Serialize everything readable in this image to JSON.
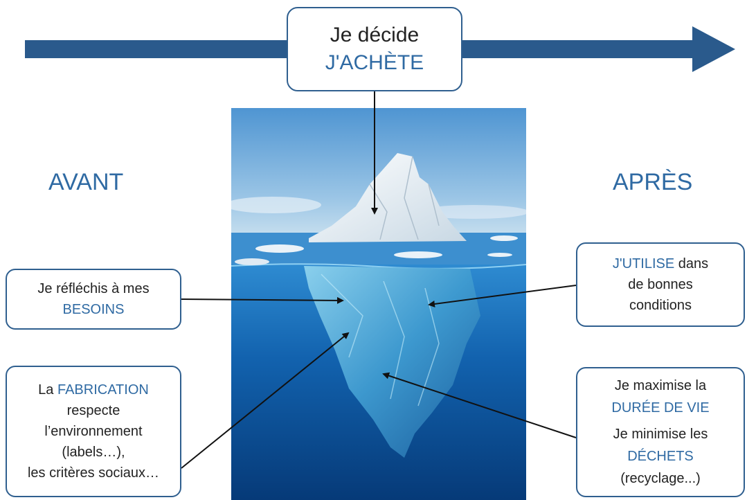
{
  "timeline": {
    "decision_line1": "Je décide",
    "decision_line2": "J'ACHÈTE"
  },
  "labels": {
    "avant": "AVANT",
    "apres": "APRÈS"
  },
  "boxes": {
    "besoins": {
      "pre": "Je réfléchis à mes",
      "highlight": "BESOINS"
    },
    "fabrication": {
      "pre": "La",
      "highlight": "FABRICATION",
      "line2": "respecte",
      "line3": "l’environnement",
      "line4": "(labels…),",
      "line5": "les critères sociaux…"
    },
    "utilise": {
      "highlight": "J'UTILISE",
      "post": "dans",
      "line2": "de bonnes",
      "line3": "conditions"
    },
    "duree": {
      "line1": "Je maximise la",
      "highlight1": "DURÉE DE VIE",
      "line3": "Je minimise les",
      "highlight2": "DÉCHETS",
      "line5": "(recyclage...)"
    }
  },
  "colors": {
    "accent": "#2f6aa3",
    "timeline_arrow": "#2a5a8c",
    "box_border": "#2f5f8f",
    "sky": "#5fa0d8",
    "deep_water": "#0b3e7a"
  }
}
